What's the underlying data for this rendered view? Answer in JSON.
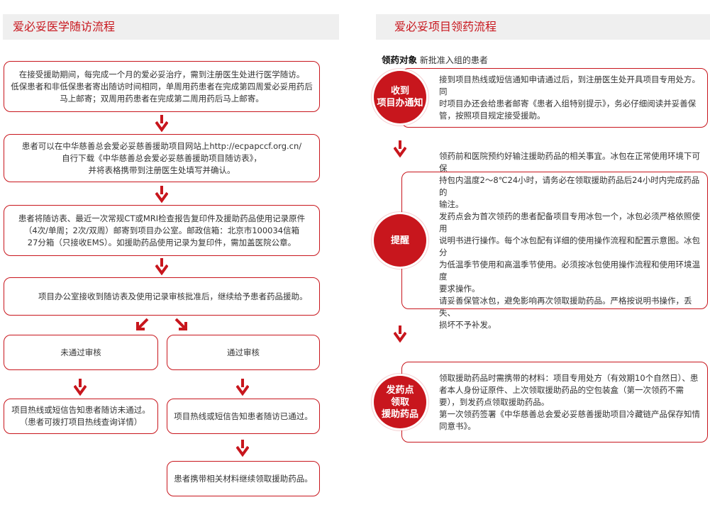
{
  "left": {
    "title": "爱必妥医学随访流程",
    "steps": [
      "在接受援助期间，每完成一个月的爱必妥治疗，需到注册医生处进行医学随访。\n低保患者和非低保患者寄出随访时间相同，单周用药患者在完成第四周爱必妥用药后\n马上邮寄；双周用药患者在完成第二周用药后马上邮寄。",
      "患者可以在中华慈善总会爱必妥慈善援助项目网站上http://ecpapccf.org.cn/\n自行下载《中华慈善总会爱必妥慈善援助项目随访表》，\n并将表格携带到注册医生处填写并确认。",
      "患者将随访表、最近一次常规CT或MRI检查报告复印件及援助药品使用记录原件\n（4次/单周；2次/双周）邮寄到项目办公室。邮政信箱：北京市100034信箱\n27分箱（只接收EMS）。如援助药品使用记录为复印件，需加盖医院公章。",
      "项目办公室接收到随访表及使用记录审核批准后，继续给予患者药品援助。"
    ],
    "fail": {
      "label": "未通过审核",
      "result": "项目热线或短信告知患者随访未通过。\n（患者可拨打项目热线查询详情）"
    },
    "pass": {
      "label": "通过审核",
      "result": "项目热线或短信告知患者随访已通过。",
      "final": "患者携带相关材料继续领取援助药品。"
    }
  },
  "right": {
    "title": "爱必妥项目领药流程",
    "target_label": "领药对象",
    "target_text": "新批准入组的患者",
    "steps": [
      {
        "badge": "收到\n项目办通知",
        "text": "接到项目热线或短信通知申请通过后，到注册医生处开具项目专用处方。同\n时项目办还会给患者邮寄《患者入组特别提示》，务必仔细阅读并妥善保\n管，按照项目规定接受援助。"
      },
      {
        "badge": "提醒",
        "text": "领药前和医院预约好输注援助药品的相关事宜。冰包在正常使用环境下可保\n持包内温度2～8℃24小时，请务必在领取援助药品后24小时内完成药品的\n输注。\n发药点会为首次领药的患者配备项目专用冰包一个，冰包必须严格依照使用\n说明书进行操作。每个冰包配有详细的使用操作流程和配置示意图。冰包分\n为低温季节使用和高温季节使用。必须按冰包使用操作流程和使用环境温度\n要求操作。\n请妥善保管冰包，避免影响再次领取援助药品。严格按说明书操作，丢失、\n损坏不予补发。"
      },
      {
        "badge": "发药点\n领取\n援助药品",
        "text": "领取援助药品时需携带的材料：项目专用处方（有效期10个自然日）、患\n者本人身份证原件、上次领取援助药品的空包装盒（第一次领药不需\n要），到发药点领取援助药品。\n第一次领药签署《中华慈善总会爱必妥慈善援助项目冷藏链产品保存知情\n同意书》。"
      }
    ]
  },
  "colors": {
    "accent": "#c8161d",
    "header_bg": "#efefef"
  }
}
